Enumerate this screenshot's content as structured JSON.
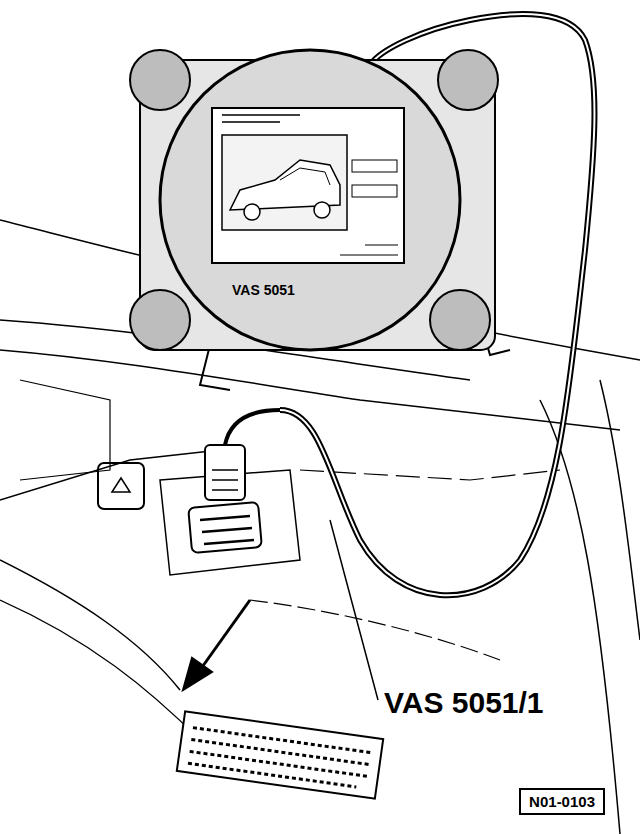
{
  "diagram": {
    "nodes": [
      {
        "text": [
          "N01-0103"
        ]
      }
    ],
    "labels": [
      "VAS 5051",
      "VAS 5051/1"
    ]
  }
}
